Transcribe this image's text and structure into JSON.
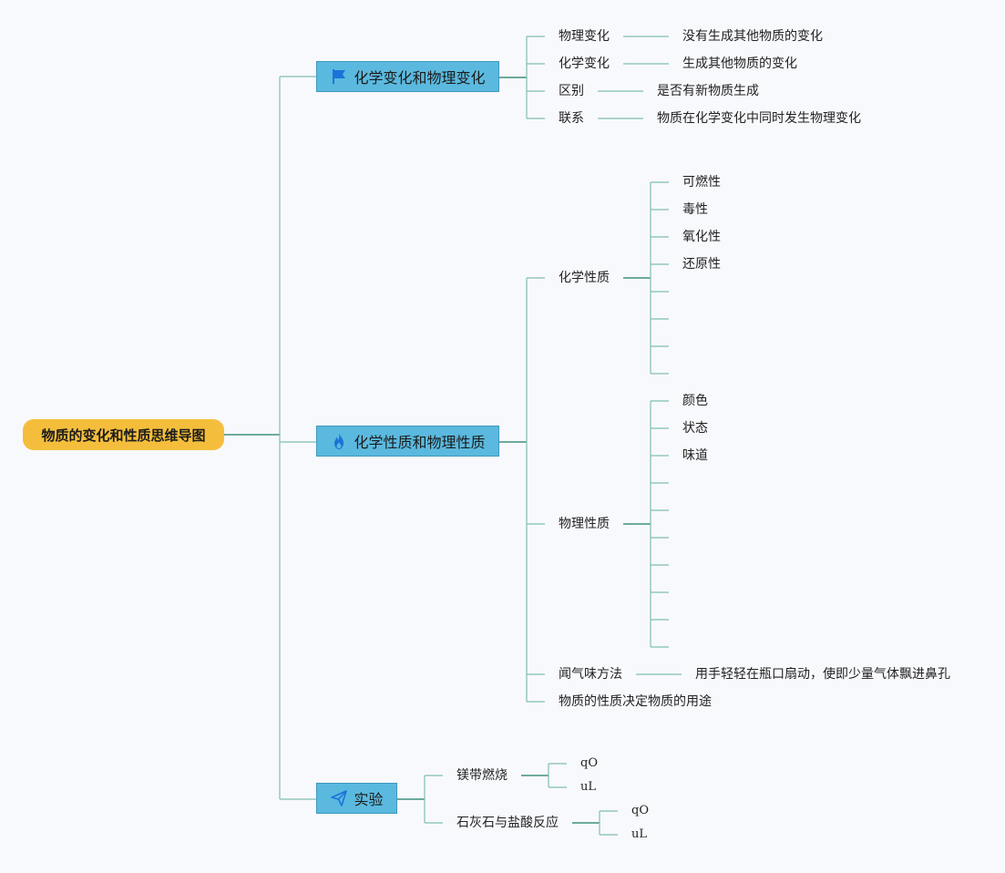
{
  "root": {
    "label": "物质的变化和性质思维导图"
  },
  "branches": [
    {
      "label": "化学变化和物理变化",
      "icon": "flag-icon",
      "children": [
        {
          "label": "物理变化",
          "note": "没有生成其他物质的变化"
        },
        {
          "label": "化学变化",
          "note": "生成其他物质的变化"
        },
        {
          "label": "区别",
          "note": "是否有新物质生成"
        },
        {
          "label": "联系",
          "note": "物质在化学变化中同时发生物理变化"
        }
      ]
    },
    {
      "label": "化学性质和物理性质",
      "icon": "fire-icon",
      "children": [
        {
          "label": "化学性质",
          "items": [
            "可燃性",
            "毒性",
            "氧化性",
            "还原性",
            "",
            "",
            "",
            ""
          ]
        },
        {
          "label": "物理性质",
          "items": [
            "颜色",
            "状态",
            "味道",
            "",
            "",
            "",
            "",
            "",
            "",
            "",
            ""
          ]
        },
        {
          "label": "闻气味方法",
          "note": "用手轻轻在瓶口扇动，使即少量气体飘进鼻孔"
        },
        {
          "label": "物质的性质决定物质的用途"
        }
      ]
    },
    {
      "label": "实验",
      "icon": "paper-plane-icon",
      "children": [
        {
          "label": "镁带燃烧",
          "items": [
            "qO",
            "uL"
          ]
        },
        {
          "label": "石灰石与盐酸反应",
          "items": [
            "qO",
            "uL"
          ]
        }
      ]
    }
  ],
  "colors": {
    "root": "#f4be3c",
    "branch": "#5bb9df",
    "line": "#7fbfb2",
    "line_dark": "#3f8f7f",
    "background": "#f8f9fc"
  }
}
